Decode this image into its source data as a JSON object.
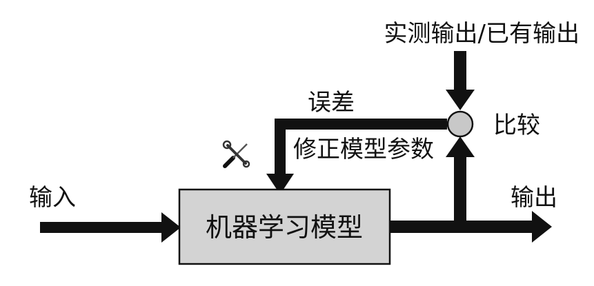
{
  "labels": {
    "measured_output": "实测输出/已有输出",
    "error": "误差",
    "compare": "比较",
    "adjust_params": "修正模型参数",
    "input": "输入",
    "output": "输出",
    "model": "机器学习模型"
  },
  "icons": {
    "tools": "wrench-screwdriver-icon",
    "comparator": "circle-comparator"
  },
  "colors": {
    "line": "#111111",
    "model_box_fill": "#d3d3d3",
    "comparator_fill": "#c8c8c8"
  }
}
